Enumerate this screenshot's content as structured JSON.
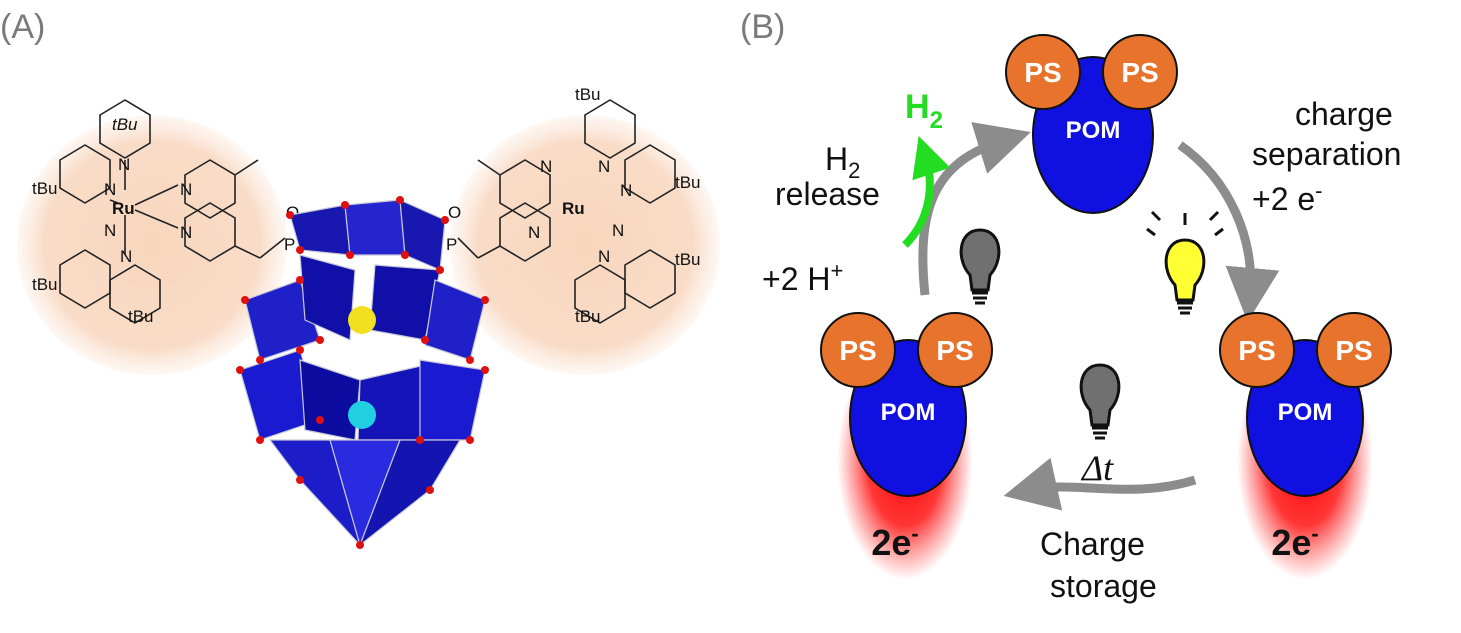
{
  "panel_a": {
    "label": "(A)",
    "left_complex": {
      "tbu": [
        "tBu",
        "tBu",
        "tBu",
        "tBu"
      ],
      "metal": "Ru",
      "n": [
        "N",
        "N",
        "N",
        "N",
        "N",
        "N"
      ],
      "p": "P",
      "o": "O"
    },
    "right_complex": {
      "tbu": [
        "tBu",
        "tBu",
        "tBu",
        "tBu"
      ],
      "metal": "Ru",
      "n": [
        "N",
        "N",
        "N",
        "N",
        "N",
        "N"
      ],
      "p": "P",
      "o": "O"
    }
  },
  "panel_b": {
    "label": "(B)",
    "ps": "PS",
    "pom": "POM",
    "charge": "2e",
    "charge_sup": "-",
    "h2": "H",
    "h2_sub": "2",
    "h2_release_1": "H",
    "h2_release_sub": "2",
    "h2_release_2": "release",
    "protons": "+2 H",
    "protons_sup": "+",
    "charge_separation_1": "charge",
    "charge_separation_2": "separation",
    "electrons": "+2 e",
    "electrons_sup": "-",
    "delta_t": "Δt",
    "charge_storage_1": "Charge",
    "charge_storage_2": "storage"
  },
  "colors": {
    "peach": "#f8dcc6",
    "pom": "#1010e0",
    "ps": "#e8732c",
    "glow": "#ff1010",
    "arrow": "#8c8c8c",
    "h2": "#22dd22",
    "bulb_on": "#ffff33",
    "bulb_off": "#707070"
  }
}
